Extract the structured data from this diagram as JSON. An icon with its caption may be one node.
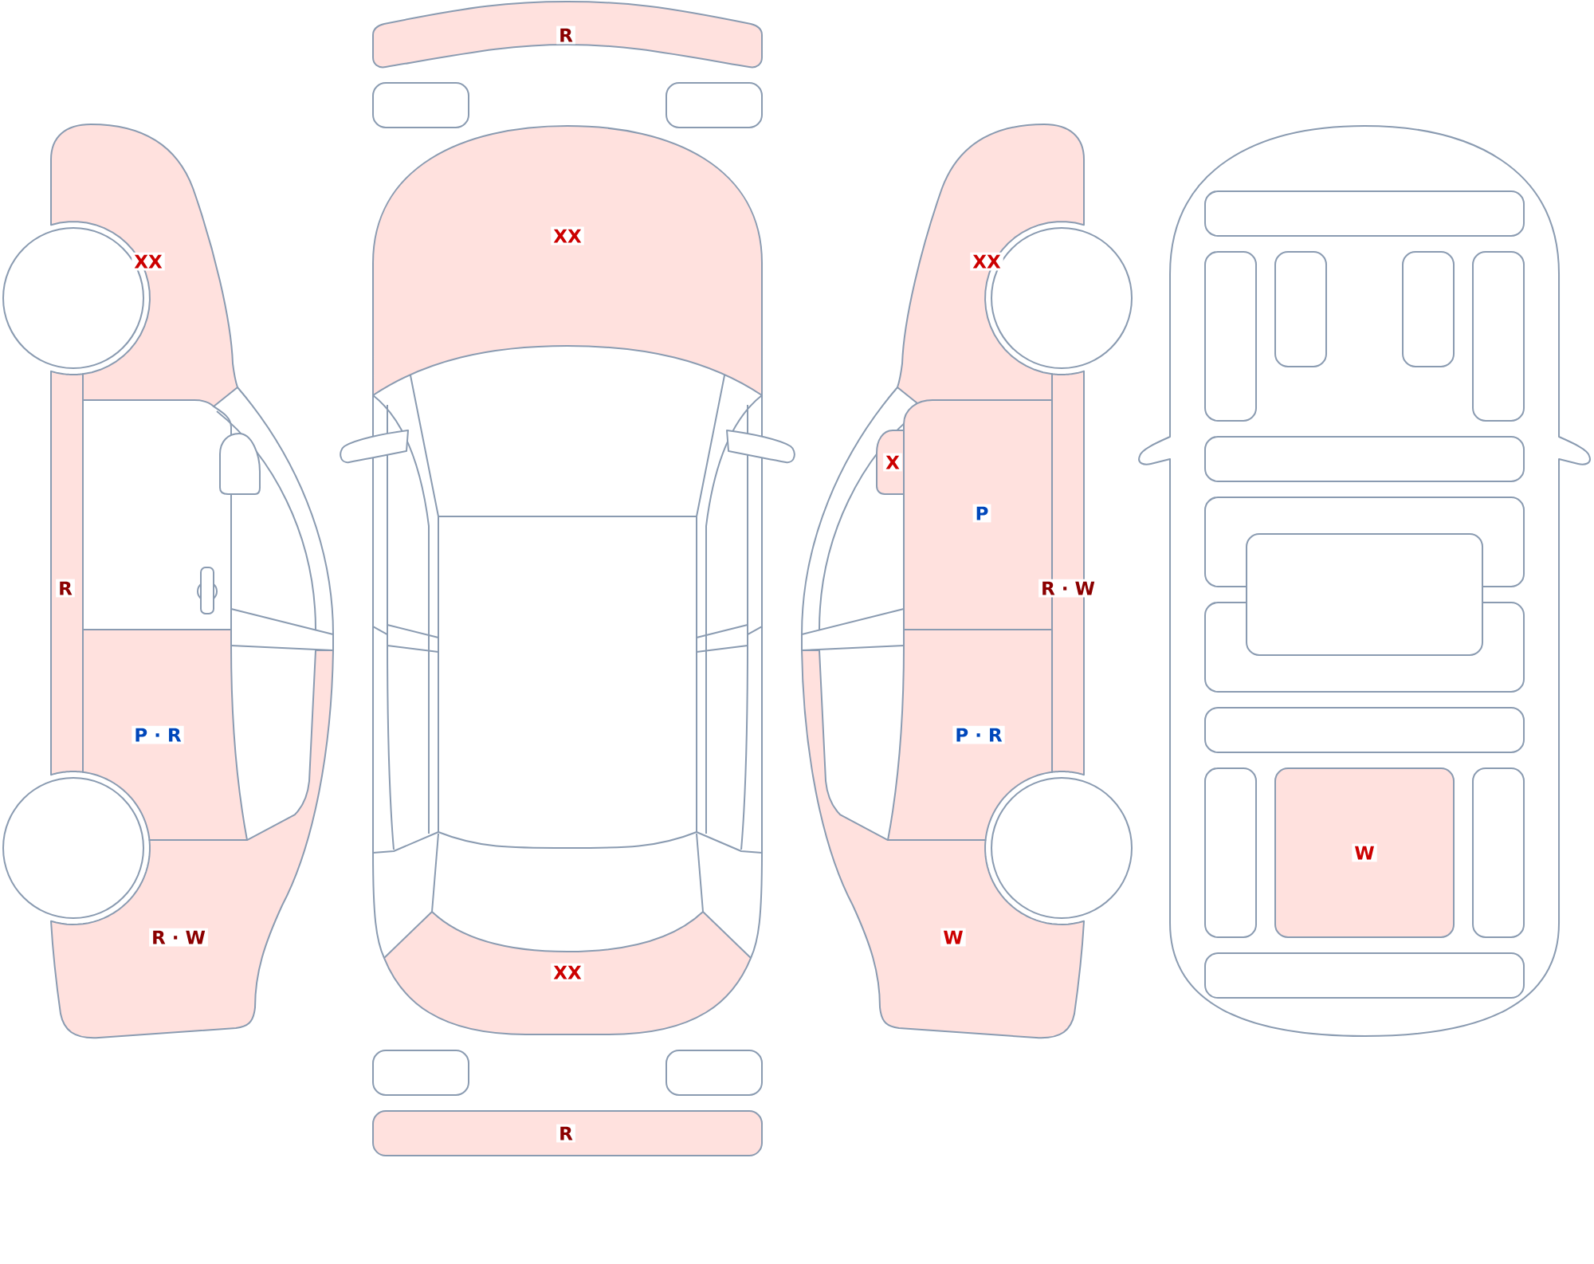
{
  "diagram": {
    "nodes": [
      {
        "text": [
          "XX"
        ]
      },
      {
        "text": [
          "R"
        ]
      },
      {
        "text": [
          "P · R"
        ]
      },
      {
        "text": [
          "R · W"
        ]
      },
      {
        "text": [
          "R"
        ]
      },
      {
        "text": [],
        "shape": "box"
      },
      {
        "text": [],
        "shape": "box"
      },
      {
        "text": [
          "XX"
        ]
      },
      {
        "text": [
          "XX"
        ]
      },
      {
        "text": [],
        "shape": "box"
      },
      {
        "text": [],
        "shape": "box"
      },
      {
        "text": [
          "R"
        ]
      },
      {
        "text": [
          "XX"
        ]
      },
      {
        "text": [
          "X"
        ]
      },
      {
        "text": [
          "P"
        ]
      },
      {
        "text": [
          "R · W"
        ]
      },
      {
        "text": [
          "P · R"
        ]
      },
      {
        "text": [
          "W"
        ]
      },
      {
        "text": [],
        "shape": "box"
      },
      {
        "text": [],
        "shape": "box"
      },
      {
        "text": [],
        "shape": "box"
      },
      {
        "text": [],
        "shape": "box"
      },
      {
        "text": [],
        "shape": "box"
      },
      {
        "text": [],
        "shape": "box"
      },
      {
        "text": [],
        "shape": "box"
      },
      {
        "text": [],
        "shape": "box"
      },
      {
        "text": [],
        "shape": "box"
      },
      {
        "text": [],
        "shape": "box"
      },
      {
        "text": [],
        "shape": "box"
      },
      {
        "text": [
          "W"
        ]
      },
      {
        "text": [],
        "shape": "box"
      },
      {
        "text": [],
        "shape": "box"
      }
    ]
  }
}
